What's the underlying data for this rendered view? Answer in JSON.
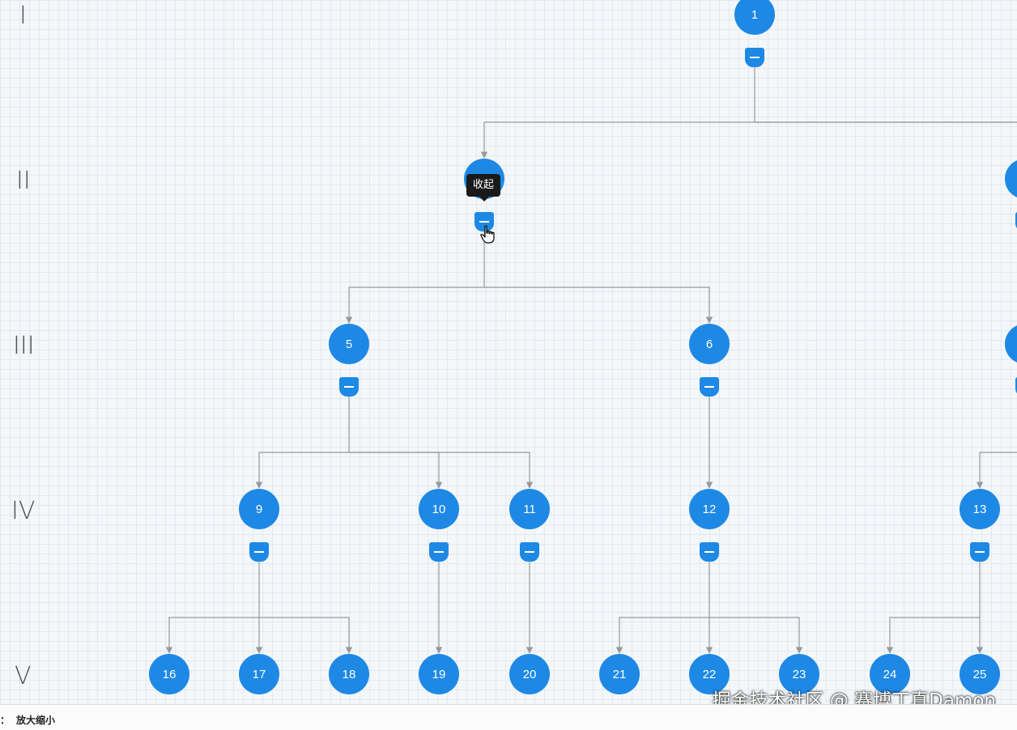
{
  "levels": [
    "I",
    "II",
    "III",
    "IV",
    "V"
  ],
  "nodes": [
    {
      "id": "1",
      "label": "1"
    },
    {
      "id": "2",
      "label": ""
    },
    {
      "id": "3",
      "label": ""
    },
    {
      "id": "4",
      "label": ""
    },
    {
      "id": "5",
      "label": "5"
    },
    {
      "id": "6",
      "label": "6"
    },
    {
      "id": "7",
      "label": ""
    },
    {
      "id": "9",
      "label": "9"
    },
    {
      "id": "10",
      "label": "10"
    },
    {
      "id": "11",
      "label": "11"
    },
    {
      "id": "12",
      "label": "12"
    },
    {
      "id": "13",
      "label": "13"
    },
    {
      "id": "16",
      "label": "16"
    },
    {
      "id": "17",
      "label": "17"
    },
    {
      "id": "18",
      "label": "18"
    },
    {
      "id": "19",
      "label": "19"
    },
    {
      "id": "20",
      "label": "20"
    },
    {
      "id": "21",
      "label": "21"
    },
    {
      "id": "22",
      "label": "22"
    },
    {
      "id": "23",
      "label": "23"
    },
    {
      "id": "24",
      "label": "24"
    },
    {
      "id": "25",
      "label": "25"
    }
  ],
  "edges": [
    [
      "1",
      "2"
    ],
    [
      "1",
      "3"
    ],
    [
      "1",
      "4"
    ],
    [
      "2",
      "5"
    ],
    [
      "2",
      "6"
    ],
    [
      "3",
      "7"
    ],
    [
      "5",
      "9"
    ],
    [
      "5",
      "10"
    ],
    [
      "5",
      "11"
    ],
    [
      "6",
      "12"
    ],
    [
      "7",
      "13"
    ],
    [
      "9",
      "16"
    ],
    [
      "9",
      "17"
    ],
    [
      "9",
      "18"
    ],
    [
      "10",
      "19"
    ],
    [
      "11",
      "20"
    ],
    [
      "12",
      "21"
    ],
    [
      "12",
      "22"
    ],
    [
      "12",
      "23"
    ],
    [
      "13",
      "24"
    ],
    [
      "13",
      "25"
    ]
  ],
  "tooltip": "收起",
  "watermark": "掘金技术社区 @ 赛博丁真Damon",
  "footer": {
    "prefix": "：",
    "zoom_label": "放大缩小"
  },
  "colors": {
    "node": "#1e88e5",
    "edge": "#999999",
    "grid": "#e2e9ef",
    "background": "#f3f7fa"
  }
}
